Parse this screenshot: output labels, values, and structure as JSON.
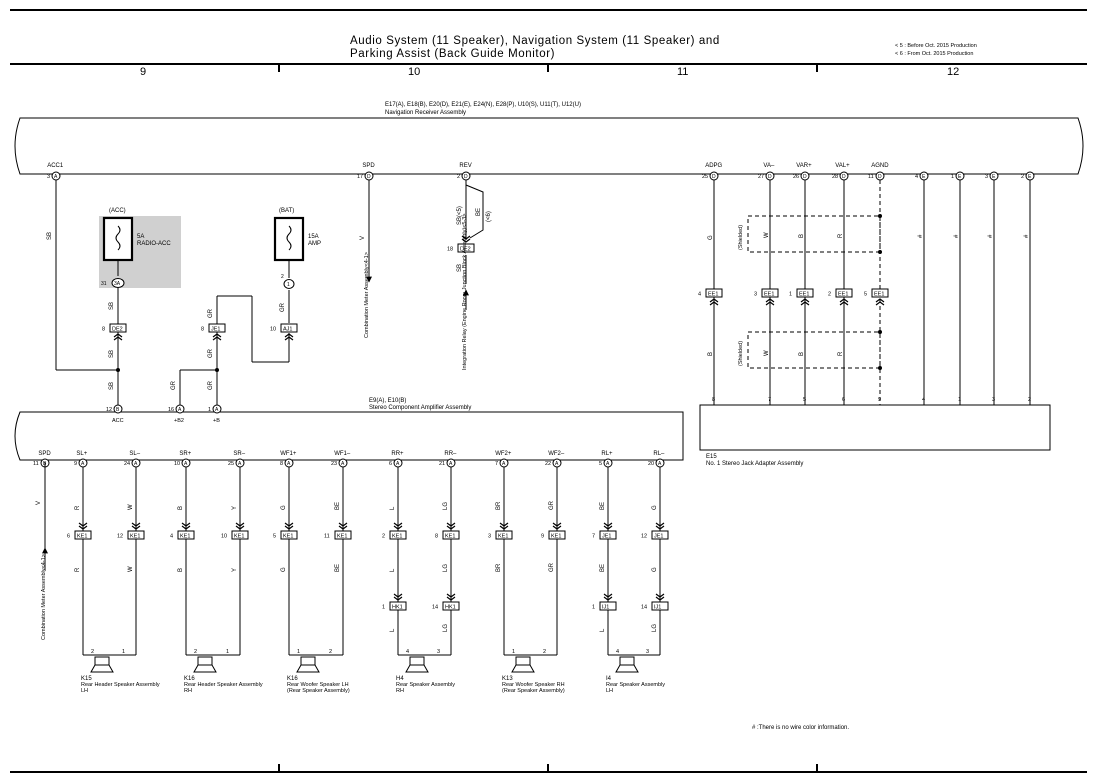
{
  "header": {
    "title_line1": "Audio System (11 Speaker),  Navigation System (11 Speaker) and",
    "title_line2": "Parking Assist (Back Guide Monitor)",
    "note1": "< 5 : Before Oct.  2015 Production",
    "note2": "< 6 : From Oct.  2015 Production",
    "columns": [
      "9",
      "10",
      "11",
      "12"
    ]
  },
  "nav_receiver": {
    "connectors": "E17(A), E18(B), E20(D), E21(E), E24(N), E28(P), U10(S), U11(T), U12(U)",
    "name": "Navigation Receiver Assembly",
    "terminals": [
      {
        "label": "ACC1",
        "num": "3",
        "conn": "A"
      },
      {
        "label": "SPD",
        "num": "17",
        "conn": "D"
      },
      {
        "label": "REV",
        "num": "2",
        "conn": "D"
      },
      {
        "label": "ADPG",
        "num": "25",
        "conn": "D"
      },
      {
        "label": "VA–",
        "num": "27",
        "conn": "D"
      },
      {
        "label": "VAR+",
        "num": "26",
        "conn": "D"
      },
      {
        "label": "VAL+",
        "num": "28",
        "conn": "D"
      },
      {
        "label": "AGND",
        "num": "11",
        "conn": "D"
      },
      {
        "label": "",
        "num": "4",
        "conn": "E"
      },
      {
        "label": "",
        "num": "1",
        "conn": "E"
      },
      {
        "label": "",
        "num": "3",
        "conn": "E"
      },
      {
        "label": "",
        "num": "2",
        "conn": "E"
      }
    ]
  },
  "fuses": [
    {
      "group": "(ACC)",
      "rating": "5A",
      "name": "RADIO-ACC",
      "pin": "31",
      "conn": "3A"
    },
    {
      "group": "(BAT)",
      "rating": "15A",
      "name": "AMP",
      "pin": "2",
      "conn": "1"
    }
  ],
  "junctions": {
    "de2_8": {
      "pin": "8",
      "conn": "DE2"
    },
    "je1_8": {
      "pin": "8",
      "conn": "JE1"
    },
    "aj1_10": {
      "pin": "10",
      "conn": "AJ1"
    },
    "de2_18": {
      "pin": "18",
      "conn": "DE2"
    }
  },
  "wires": {
    "sb": "SB",
    "v": "V",
    "gr": "GR",
    "be": "BE",
    "g": "G",
    "w": "W",
    "b": "B",
    "r": "R",
    "y": "Y",
    "l": "L",
    "lg": "LG",
    "br": "BR",
    "hash": "#",
    "sb5": "SB(<5)",
    "be6": "(<6)",
    "shielded": "(Shielded)"
  },
  "destinations": {
    "combination_meter_1": "Combination Meter Assembly<4-1>",
    "integration_relay": "Integration Relay (Engine Room Junction Block Assembly)<5-3>",
    "combination_meter_2": "Combination Meter Assembly<4-1>"
  },
  "jack_adapter": {
    "ee1": [
      {
        "pin": "4",
        "conn": "EE1"
      },
      {
        "pin": "3",
        "conn": "EE1"
      },
      {
        "pin": "1",
        "conn": "EE1"
      },
      {
        "pin": "2",
        "conn": "EE1"
      },
      {
        "pin": "5",
        "conn": "EE1"
      }
    ],
    "pins": [
      "8",
      "7",
      "5",
      "6",
      "9",
      "4",
      "1",
      "3",
      "2"
    ],
    "code": "E15",
    "name": "No. 1 Stereo Jack Adapter Assembly"
  },
  "amplifier": {
    "connectors": "E9(A), E10(B)",
    "name": "Stereo Component Amplifier Assembly",
    "top_terminals": [
      {
        "num": "12",
        "conn": "B",
        "label": "ACC"
      },
      {
        "num": "16",
        "conn": "A",
        "label": "+B2"
      },
      {
        "num": "1",
        "conn": "A",
        "label": "+B"
      }
    ],
    "bottom_terminals": [
      {
        "label": "SPD",
        "num": "11",
        "conn": "B"
      },
      {
        "label": "SL+",
        "num": "9",
        "conn": "A"
      },
      {
        "label": "SL–",
        "num": "24",
        "conn": "A"
      },
      {
        "label": "SR+",
        "num": "10",
        "conn": "A"
      },
      {
        "label": "SR–",
        "num": "25",
        "conn": "A"
      },
      {
        "label": "WF1+",
        "num": "8",
        "conn": "A"
      },
      {
        "label": "WF1–",
        "num": "23",
        "conn": "A"
      },
      {
        "label": "RR+",
        "num": "6",
        "conn": "A"
      },
      {
        "label": "RR–",
        "num": "21",
        "conn": "A"
      },
      {
        "label": "WF2+",
        "num": "7",
        "conn": "A"
      },
      {
        "label": "WF2–",
        "num": "22",
        "conn": "A"
      },
      {
        "label": "RL+",
        "num": "5",
        "conn": "A"
      },
      {
        "label": "RL–",
        "num": "20",
        "conn": "A"
      }
    ]
  },
  "lower_connectors": [
    {
      "pin": "6",
      "conn": "KE1"
    },
    {
      "pin": "12",
      "conn": "KE1"
    },
    {
      "pin": "4",
      "conn": "KE1"
    },
    {
      "pin": "10",
      "conn": "KE1"
    },
    {
      "pin": "5",
      "conn": "KE1"
    },
    {
      "pin": "11",
      "conn": "KE1"
    },
    {
      "pin": "2",
      "conn": "KE1"
    },
    {
      "pin": "8",
      "conn": "KE1"
    },
    {
      "pin": "3",
      "conn": "KE1"
    },
    {
      "pin": "9",
      "conn": "KE1"
    },
    {
      "pin": "7",
      "conn": "JE1"
    },
    {
      "pin": "12",
      "conn": "JE1"
    }
  ],
  "secondary_connectors": [
    {
      "pin": "1",
      "conn": "HK1"
    },
    {
      "pin": "14",
      "conn": "HK1"
    },
    {
      "pin": "1",
      "conn": "IJ1"
    },
    {
      "pin": "14",
      "conn": "IJ1"
    }
  ],
  "speakers": [
    {
      "code": "K15",
      "name": "Rear Header Speaker Assembly LH",
      "pin_left": "2",
      "pin_right": "1"
    },
    {
      "code": "K16",
      "name": "Rear Header Speaker Assembly RH",
      "pin_left": "2",
      "pin_right": "1"
    },
    {
      "code": "K16",
      "name": "Rear Woofer Speaker LH (Rear Speaker Assembly)",
      "pin_left": "1",
      "pin_right": "2"
    },
    {
      "code": "H4",
      "name": "Rear Speaker Assembly RH",
      "pin_left": "4",
      "pin_right": "3"
    },
    {
      "code": "K13",
      "name": "Rear Woofer Speaker RH (Rear Speaker Assembly)",
      "pin_left": "1",
      "pin_right": "2"
    },
    {
      "code": "I4",
      "name": "Rear Speaker Assembly LH",
      "pin_left": "4",
      "pin_right": "3"
    }
  ],
  "footnote": "# :There is no wire color information."
}
